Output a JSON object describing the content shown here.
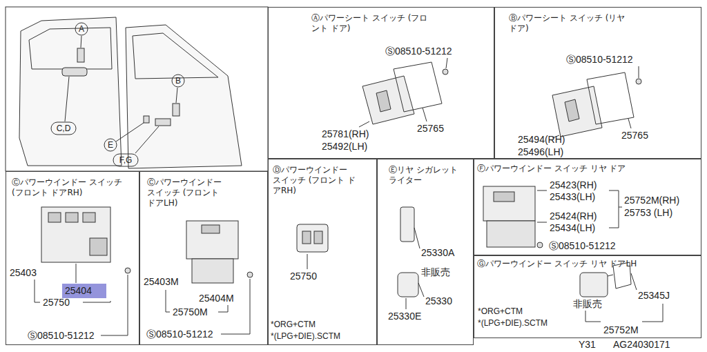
{
  "diagram": {
    "nodes": [
      {
        "text": [
          "Ⓐパワーシート スイッチ (フロント ドア)"
        ]
      },
      {
        "text": [
          "Ⓑパワーシート スイッチ (リヤ ドア)"
        ]
      },
      {
        "text": [
          "Ⓒパワーウインドー スイッチ (フロント ドアRH)"
        ]
      },
      {
        "text": [
          "Ⓒパワーウインドー スイッチ (フロント ドアLH)"
        ]
      },
      {
        "text": [
          "Ⓓパワーウインドー スイッチ (フロント ドアRH)"
        ]
      },
      {
        "text": [
          "Ⓔリヤ シガレット ライター"
        ]
      },
      {
        "text": [
          "Ⓕパワーウインドー スイッチ リヤ ドア"
        ]
      },
      {
        "text": [
          "Ⓖパワーウインドー スイッチ リヤ ドアLH"
        ]
      }
    ],
    "labels": [
      "A",
      "B",
      "C,D",
      "E",
      "F,G",
      "Ⓢ08510-51212",
      "25765",
      "25781(RH)",
      "25492(LH)",
      "Ⓢ08510-51212",
      "25765",
      "25494(RH)",
      "25496(LH)",
      "25403",
      "25404",
      "25750",
      "Ⓢ08510-51212",
      "25403M",
      "25404M",
      "25750M",
      "Ⓢ08510-51212",
      "25750",
      "*ORG+CTM",
      "*(LPG+DIE).SCTM",
      "25330A",
      "非販売",
      "25330",
      "25330E",
      "25423(RH)",
      "25433(LH)",
      "25752M(RH)",
      "25753 (LH)",
      "25424(RH)",
      "25434(LH)",
      "Ⓢ08510-51212",
      "非販売",
      "25345J",
      "*ORG+CTM",
      "*(LPG+DIE).SCTM",
      "25752M",
      "Y31",
      "AG24030171"
    ]
  }
}
